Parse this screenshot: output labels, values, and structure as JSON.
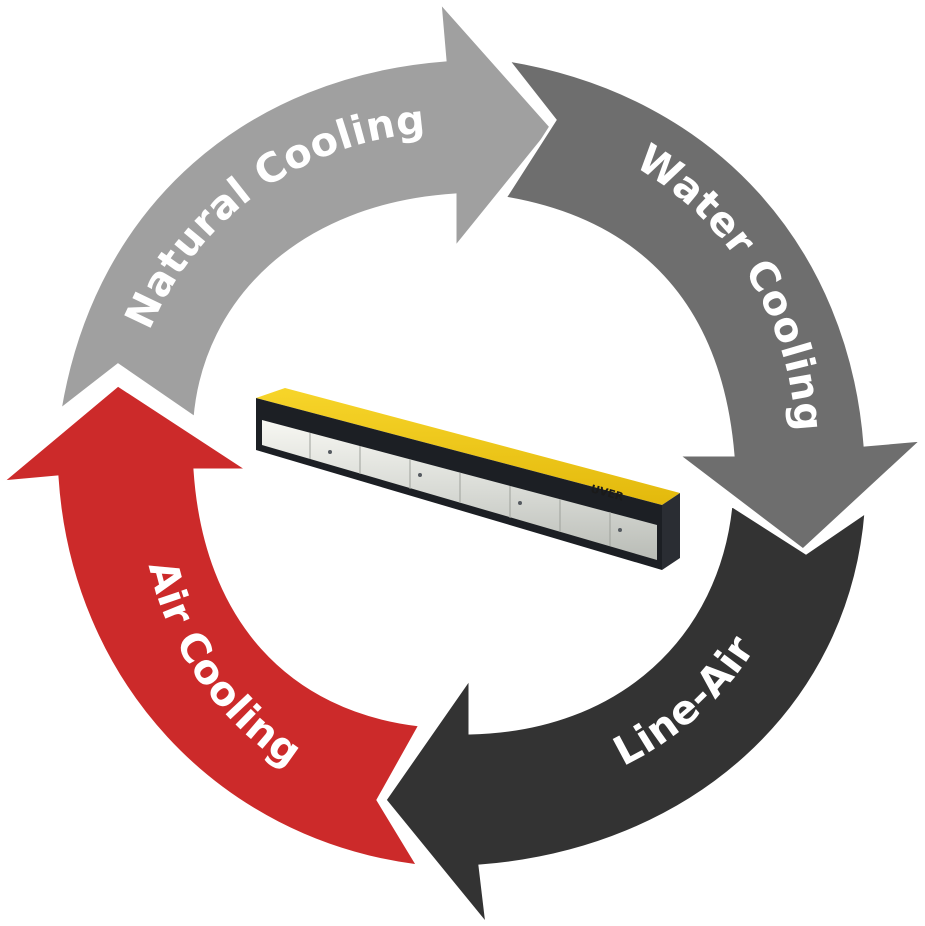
{
  "cycle": {
    "segments": [
      {
        "label": "Natural Cooling",
        "color": "#a0a0a0"
      },
      {
        "label": "Water Cooling",
        "color": "#6e6e6e"
      },
      {
        "label": "Line-Air",
        "color": "#333333"
      },
      {
        "label": "Air Cooling",
        "color": "#cc2a2a"
      }
    ]
  },
  "product": {
    "brand": "UVER",
    "body_color": "#f2cc16"
  }
}
